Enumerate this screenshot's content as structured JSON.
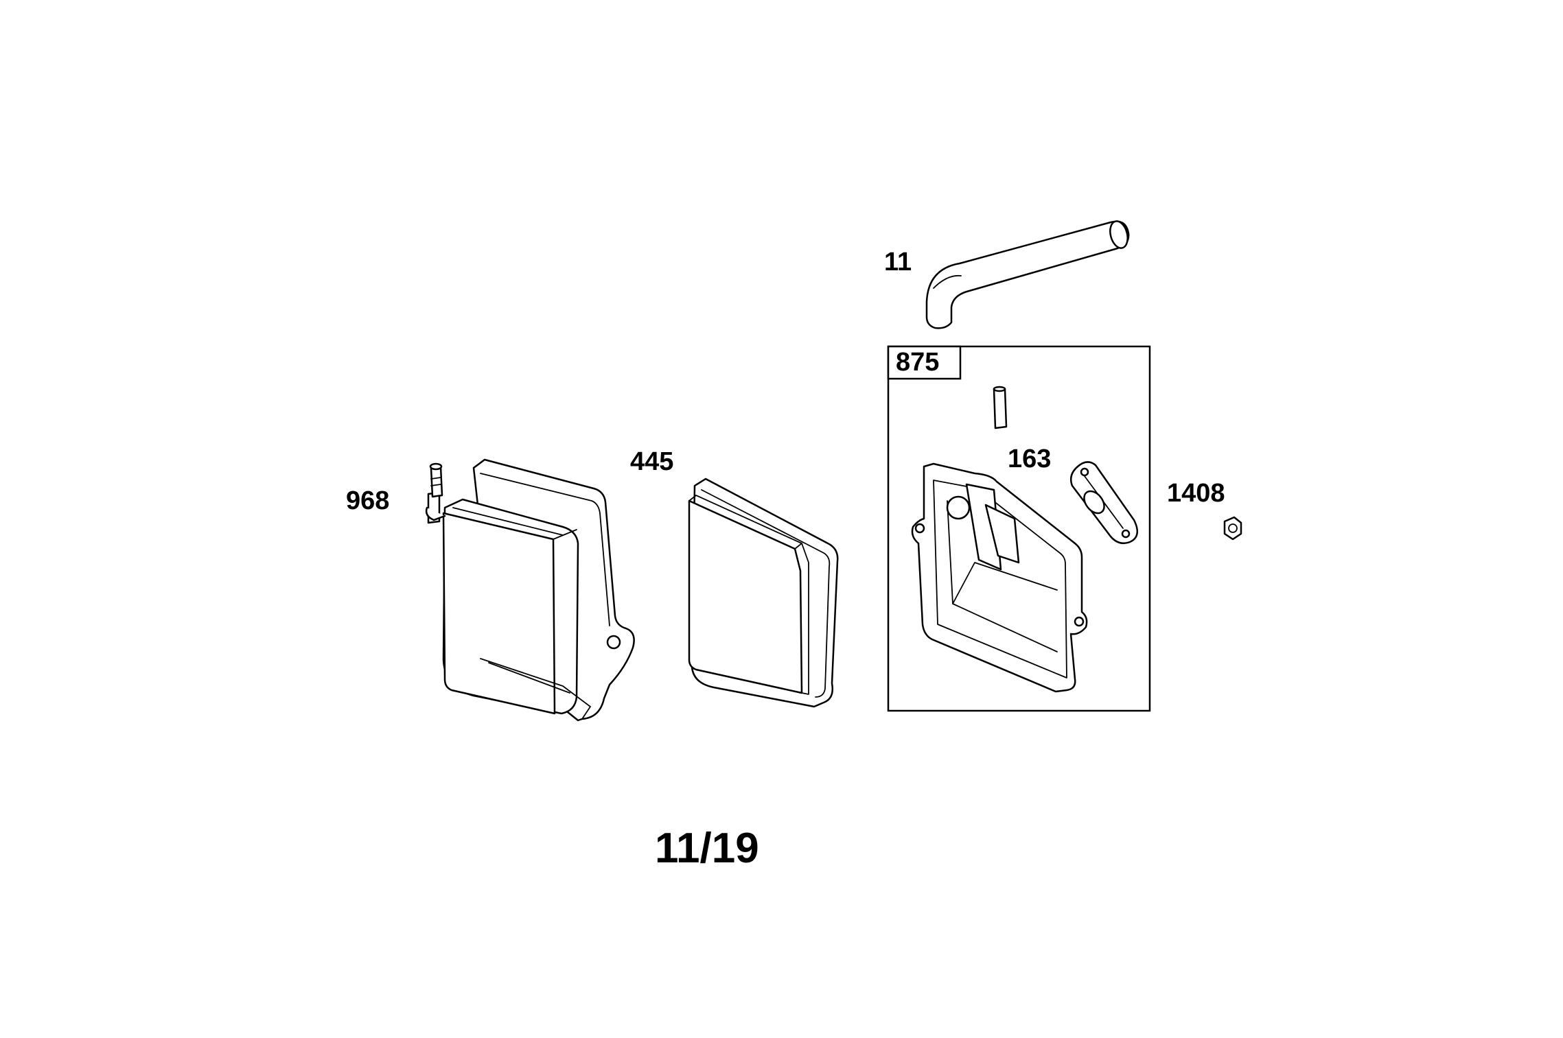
{
  "parts": {
    "air_cleaner_cover": {
      "ref": "968"
    },
    "air_filter": {
      "ref": "445"
    },
    "breather_hose": {
      "ref": "11"
    },
    "breather_kit": {
      "ref": "875"
    },
    "breather_gasket": {
      "ref": "163"
    },
    "nut": {
      "ref": "1408"
    }
  },
  "figure_label": "11/19"
}
